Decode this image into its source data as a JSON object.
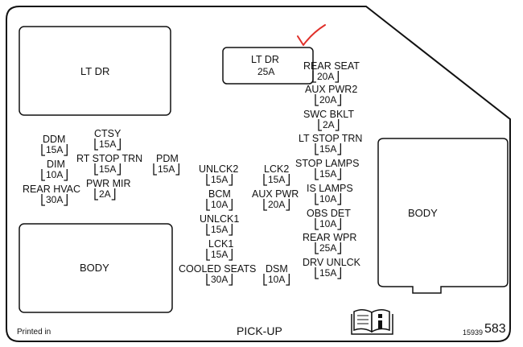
{
  "panel": {
    "title": "PICK-UP",
    "printed_label": "Printed in",
    "part_prefix": "15939",
    "part_suffix": "583",
    "info_icon": "book-info-icon",
    "marker_icon": "red-check-mark-icon",
    "marker_color": "#e0302a"
  },
  "regions": {
    "lt_dr_left": "LT DR",
    "body_left": "BODY",
    "body_right": "BODY"
  },
  "relay": {
    "name": "LT DR",
    "amp": "25A"
  },
  "fuses": [
    {
      "name": "REAR SEAT",
      "amp": "20A"
    },
    {
      "name": "AUX PWR2",
      "amp": "20A"
    },
    {
      "name": "SWC BKLT",
      "amp": "2A"
    },
    {
      "name": "LT STOP TRN",
      "amp": "15A"
    },
    {
      "name": "STOP LAMPS",
      "amp": "15A"
    },
    {
      "name": "IS LAMPS",
      "amp": "10A"
    },
    {
      "name": "OBS DET",
      "amp": "10A"
    },
    {
      "name": "REAR WPR",
      "amp": "25A"
    },
    {
      "name": "DRV UNLCK",
      "amp": "15A"
    },
    {
      "name": "DDM",
      "amp": "15A"
    },
    {
      "name": "CTSY",
      "amp": "15A"
    },
    {
      "name": "RT STOP TRN",
      "amp": "15A"
    },
    {
      "name": "PDM",
      "amp": "15A"
    },
    {
      "name": "DIM",
      "amp": "10A"
    },
    {
      "name": "PWR MIR",
      "amp": "2A"
    },
    {
      "name": "REAR HVAC",
      "amp": "30A"
    },
    {
      "name": "UNLCK2",
      "amp": "15A"
    },
    {
      "name": "BCM",
      "amp": "10A"
    },
    {
      "name": "UNLCK1",
      "amp": "15A"
    },
    {
      "name": "LCK1",
      "amp": "15A"
    },
    {
      "name": "COOLED SEATS",
      "amp": "30A"
    },
    {
      "name": "LCK2",
      "amp": "15A"
    },
    {
      "name": "AUX PWR",
      "amp": "20A"
    },
    {
      "name": "DSM",
      "amp": "10A"
    }
  ]
}
